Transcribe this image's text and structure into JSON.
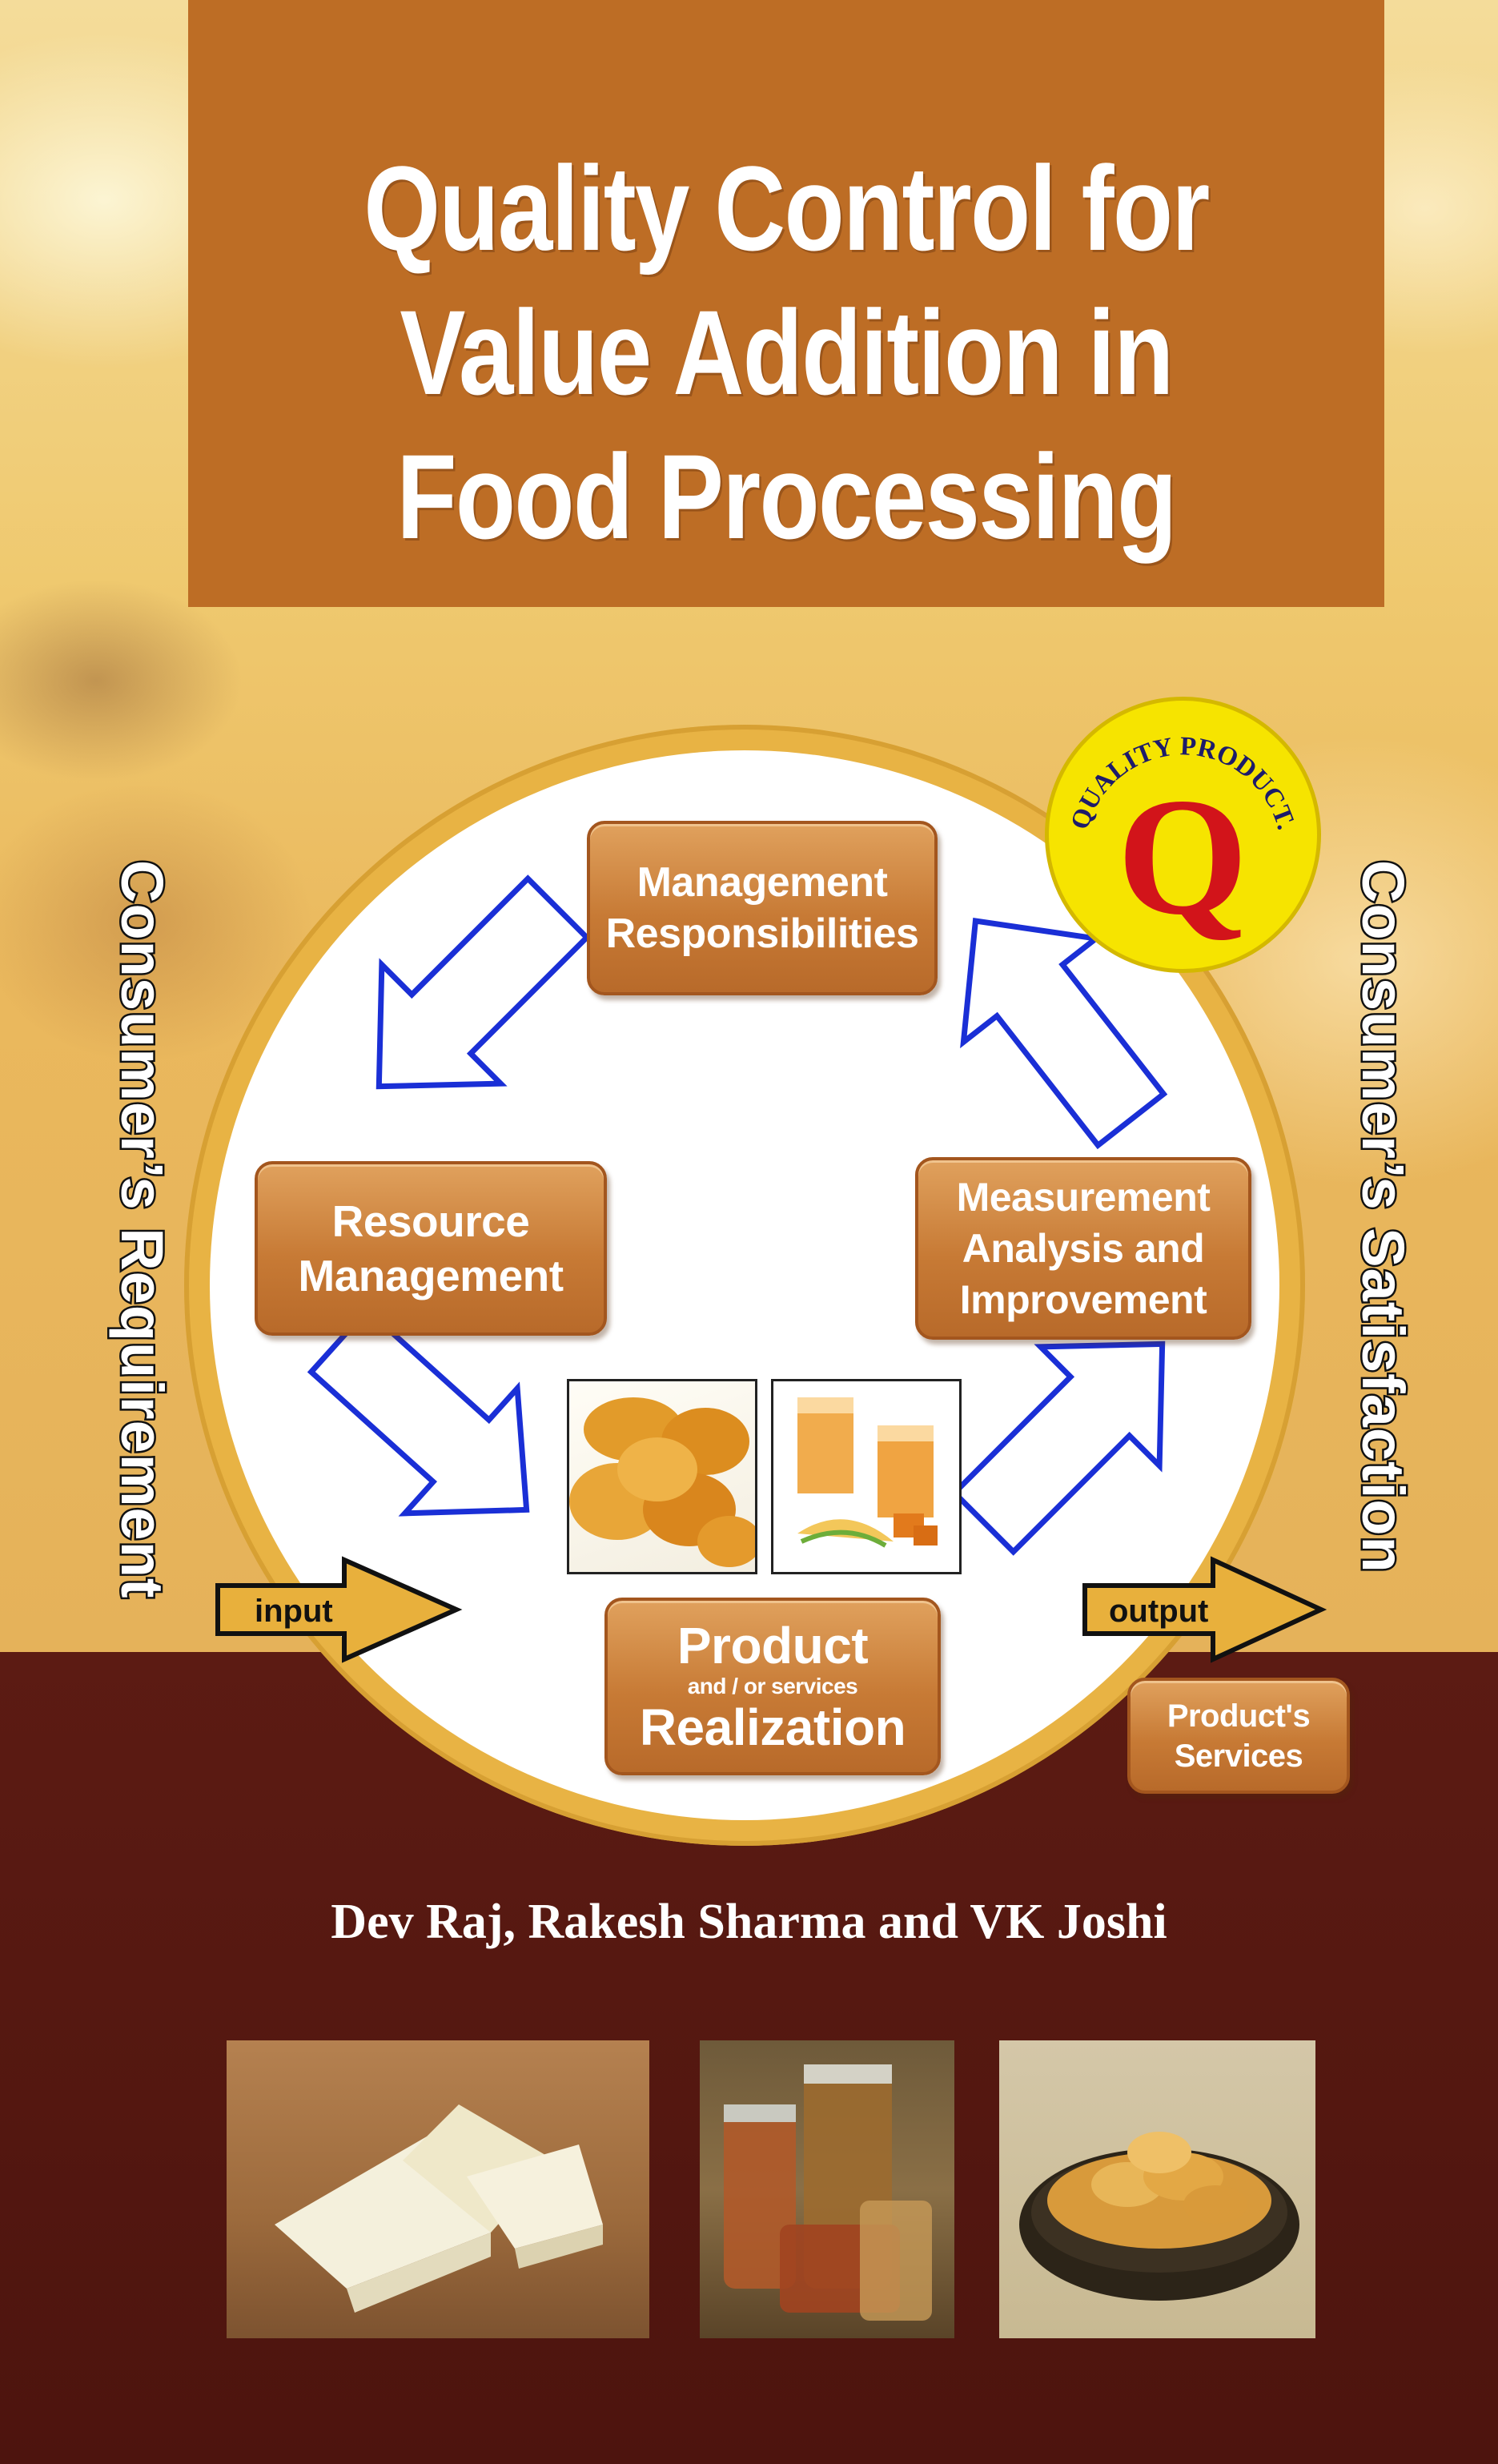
{
  "cover": {
    "title_lines": [
      "Quality Control for",
      "Value Addition in",
      "Food Processing"
    ],
    "left_side_text": "Consumer’s Requirement",
    "right_side_text": "Consumer’s Satisfaction",
    "seal": {
      "ring_text": "QUALITY PRODUCT.",
      "letter": "Q"
    },
    "cycle": {
      "management": [
        "Management",
        "Responsibilities"
      ],
      "resource": [
        "Resource",
        "Management"
      ],
      "measurement": [
        "Measurement",
        "Analysis and",
        "Improvement"
      ],
      "product_main": "Product",
      "product_sub": "and / or services",
      "product_bottom": "Realization"
    },
    "input_label": "input",
    "output_label": "output",
    "services": [
      "Product's",
      "Services"
    ],
    "authors": "Dev Raj, Rakesh Sharma and VK Joshi"
  },
  "colors": {
    "title_box": "#bd6d25",
    "bottom_band": "#5c1b13",
    "box_fill": "#c77a35",
    "arrow_outline": "#1a2fd6",
    "io_arrow": "#e8b03c",
    "seal_yellow": "#f6e400",
    "seal_red": "#d2141a"
  }
}
